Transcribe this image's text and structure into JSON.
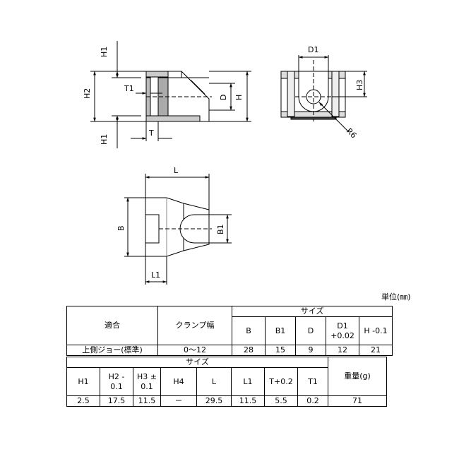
{
  "drawing": {
    "labels": {
      "H1_top": "H1",
      "H2": "H2",
      "T1": "T1",
      "D": "D",
      "H": "H",
      "H1_bottom": "H1",
      "T": "T",
      "D1": "D1",
      "H3": "H3",
      "R": "R6",
      "L": "L",
      "B": "B",
      "B1": "B1",
      "L1": "L1"
    }
  },
  "unit_note": "単位(㎜)",
  "table1": {
    "header_fit": "適合",
    "header_clamp": "クランプ幅",
    "header_size": "サイズ",
    "col_B": "B",
    "col_B1": "B1",
    "col_D": "D",
    "col_D1_line1": "D1",
    "col_D1_line2": "+0.02",
    "col_H": "H -0.1",
    "row_name": "上側ジョー(標準)",
    "row_clamp": "0～12",
    "row_B": "28",
    "row_B1": "15",
    "row_D": "9",
    "row_D1": "12",
    "row_H": "21"
  },
  "table2": {
    "header_size": "サイズ",
    "header_weight": "重量(g)",
    "col_H1": "H1",
    "col_H2_line1": "H2 -",
    "col_H2_line2": "0.1",
    "col_H3_line1": "H3 ±",
    "col_H3_line2": "0.1",
    "col_H4": "H4",
    "col_L": "L",
    "col_L1": "L1",
    "col_T": "T+0.2",
    "col_T1": "T1",
    "val_H1": "2.5",
    "val_H2": "17.5",
    "val_H3": "11.5",
    "val_H4": "－",
    "val_L": "29.5",
    "val_L1": "11.5",
    "val_T": "5.5",
    "val_T1": "0.2",
    "val_weight": "71"
  }
}
